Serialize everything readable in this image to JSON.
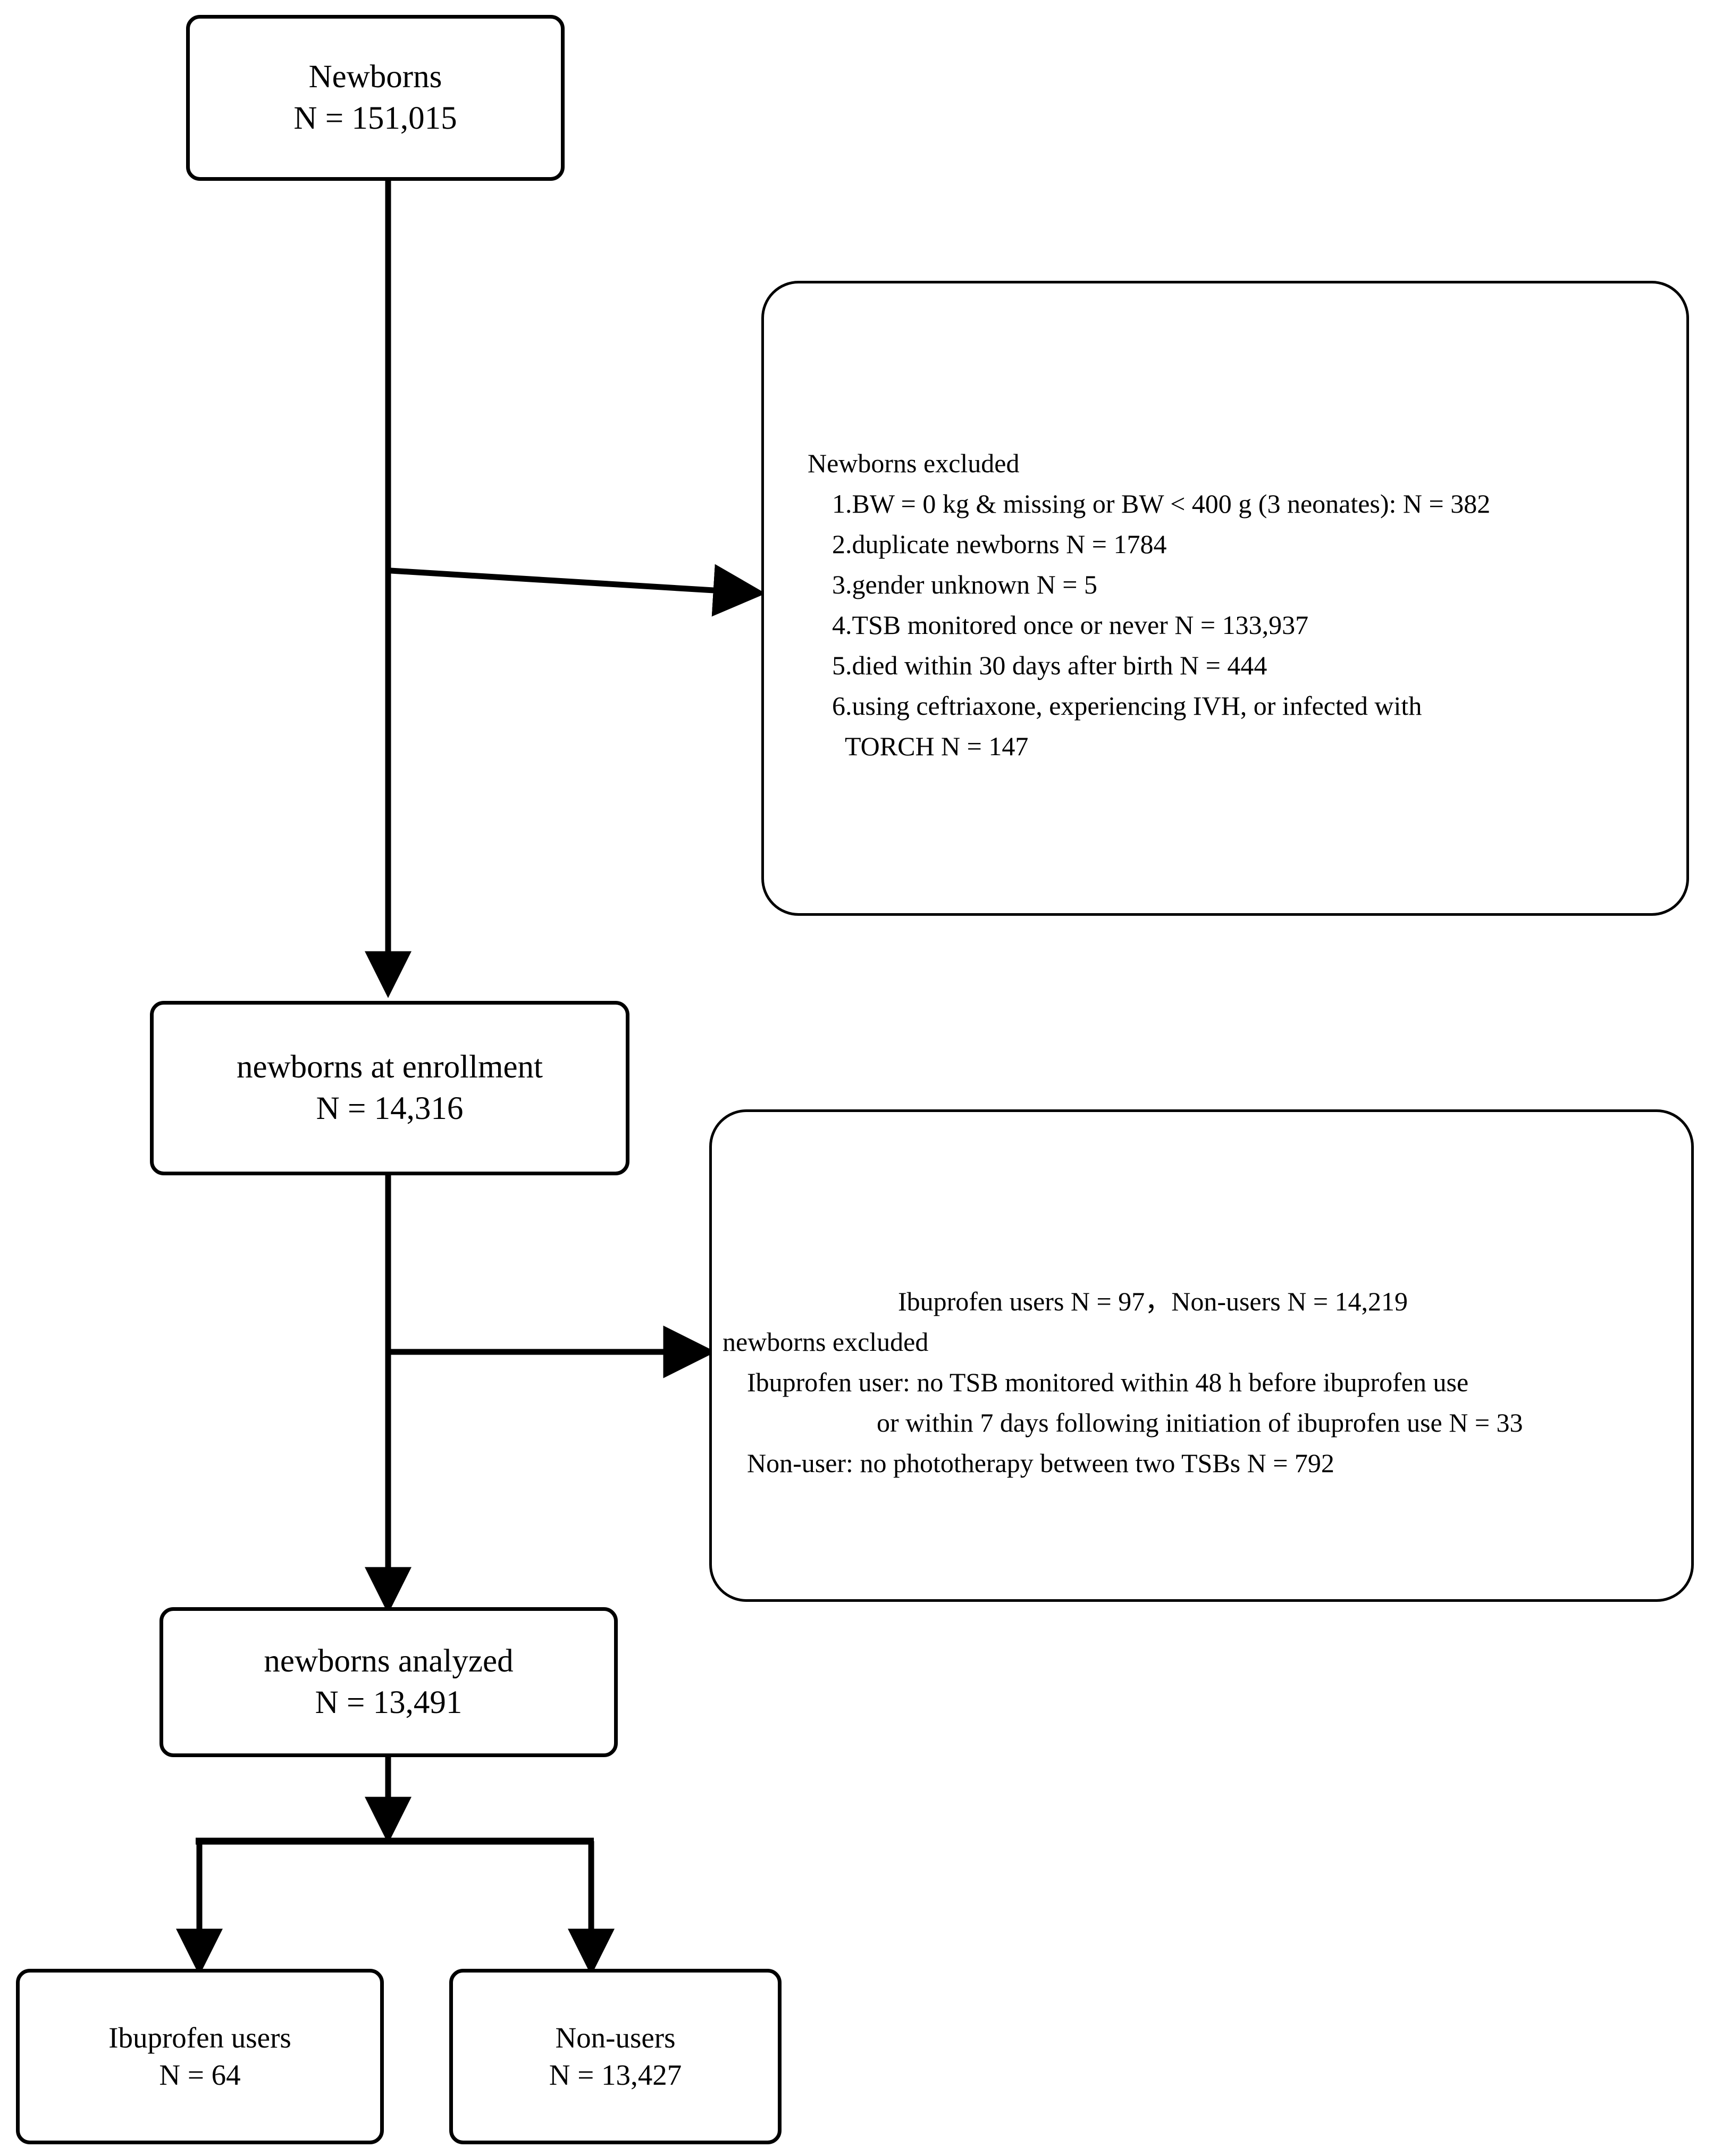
{
  "diagram": {
    "title": "Newborn study enrollment flowchart",
    "stroke_color": "#000000",
    "background_color": "#ffffff"
  },
  "nodes": {
    "newborns": {
      "label": "Newborns",
      "count_text": "N = 151,015"
    },
    "enrollment": {
      "label": "newborns at enrollment",
      "count_text": "N = 14,316"
    },
    "analyzed": {
      "label": "newborns analyzed",
      "count_text": "N = 13,491"
    },
    "ibuprofen_users": {
      "label": "Ibuprofen users",
      "count_text": "N = 64"
    },
    "non_users": {
      "label": "Non-users",
      "count_text": "N = 13,427"
    }
  },
  "exclusion_panel_1": {
    "heading": "Newborns excluded",
    "items": [
      "1.BW = 0 kg & missing or BW < 400 g (3 neonates): N = 382",
      "2.duplicate newborns N = 1784",
      "3.gender unknown N = 5",
      "4.TSB monitored once or never N = 133,937",
      "5.died within 30 days after birth N = 444",
      "6.using ceftriaxone, experiencing IVH, or infected with",
      "TORCH N = 147"
    ]
  },
  "exclusion_panel_2": {
    "summary": "Ibuprofen users N = 97，Non-users N = 14,219",
    "heading": "newborns excluded",
    "items": [
      "Ibuprofen user: no TSB monitored within 48 h before ibuprofen use",
      "or within 7 days following initiation of ibuprofen use N = 33",
      "Non-user: no phototherapy between two TSBs N = 792"
    ]
  },
  "connectors": {
    "newborns_to_enrollment": "vertical-arrow",
    "newborns_to_exclusion1": "horizontal-arrow-right",
    "enrollment_to_analyzed": "vertical-arrow",
    "enrollment_to_exclusion2": "horizontal-arrow-right",
    "analyzed_split": "tee-split-two-arrows"
  }
}
